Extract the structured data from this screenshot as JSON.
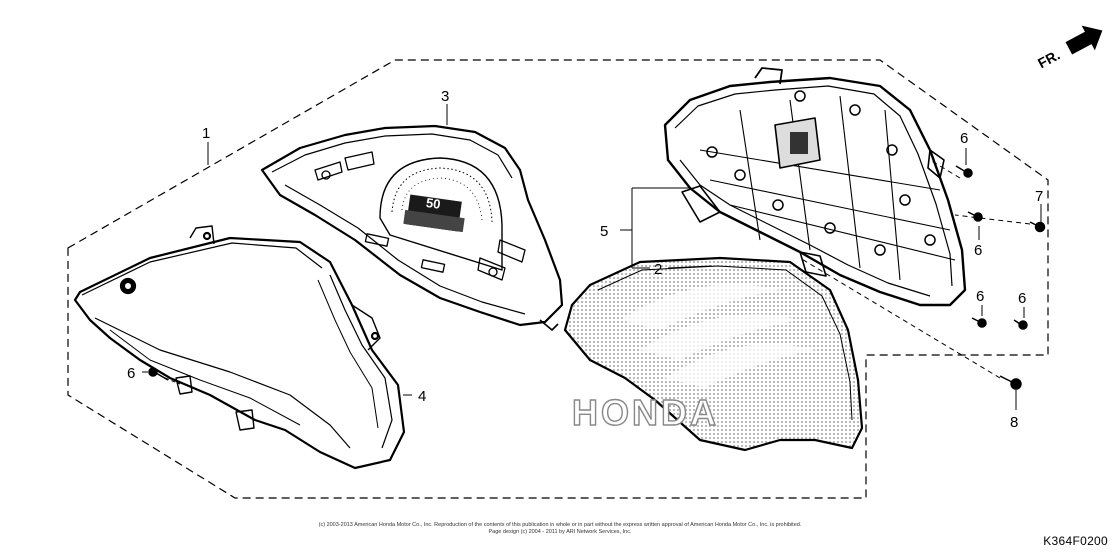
{
  "direction_label": "FR.",
  "callouts": {
    "c1": "1",
    "c2": "2",
    "c3": "3",
    "c4": "4",
    "c5": "5",
    "c6a": "6",
    "c6b": "6",
    "c6c": "6",
    "c6d": "6",
    "c6e": "6",
    "c7": "7",
    "c8": "8"
  },
  "speedo_label": "50",
  "watermark": "HONDA",
  "copyright_line1": "(c) 2003-2013 American Honda Motor Co., Inc. Reproduction of the contents of this publication in whole or in part without the express written approval of American Honda Motor Co., Inc. is prohibited.",
  "copyright_line2": "Page design (c) 2004 - 2011 by ARI Network Services, Inc.",
  "diagram_code": "K364F0200"
}
